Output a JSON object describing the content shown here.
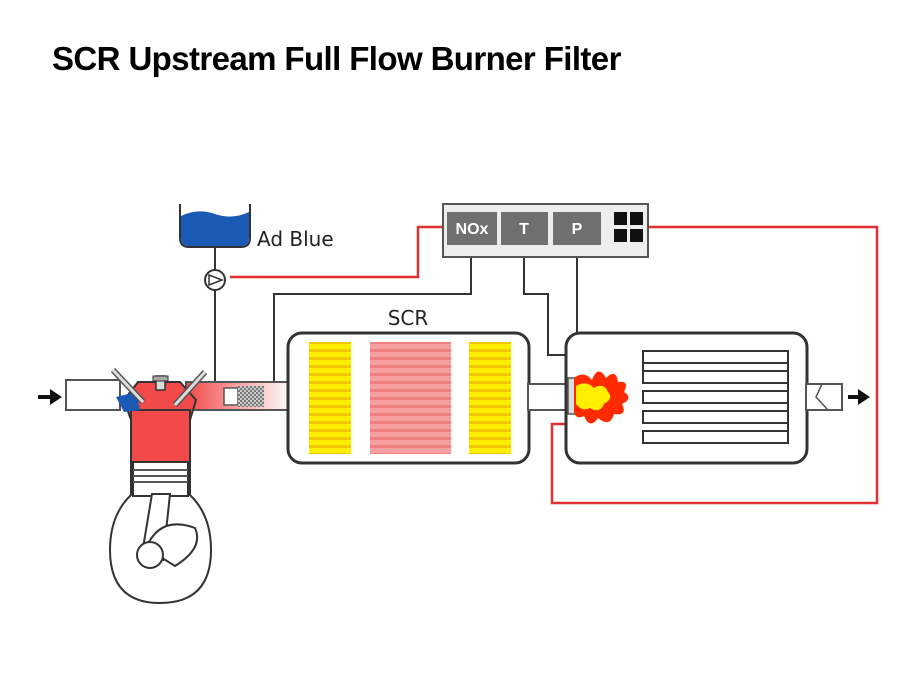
{
  "title": "SCR Upstream Full Flow Burner Filter",
  "diagram": {
    "tank_label": "Ad Blue",
    "scr_label": "SCR",
    "controller": {
      "nox_label": "NOx",
      "t_label": "T",
      "p_label": "P"
    }
  },
  "colors": {
    "signal_line": "#e03030",
    "cylinder": "#f24a4a",
    "catalyst_yellow": "#ffee00",
    "catalyst_pink": "#f7a0a0",
    "adblue": "#1a5ab5",
    "flame": "#ff2a00"
  }
}
